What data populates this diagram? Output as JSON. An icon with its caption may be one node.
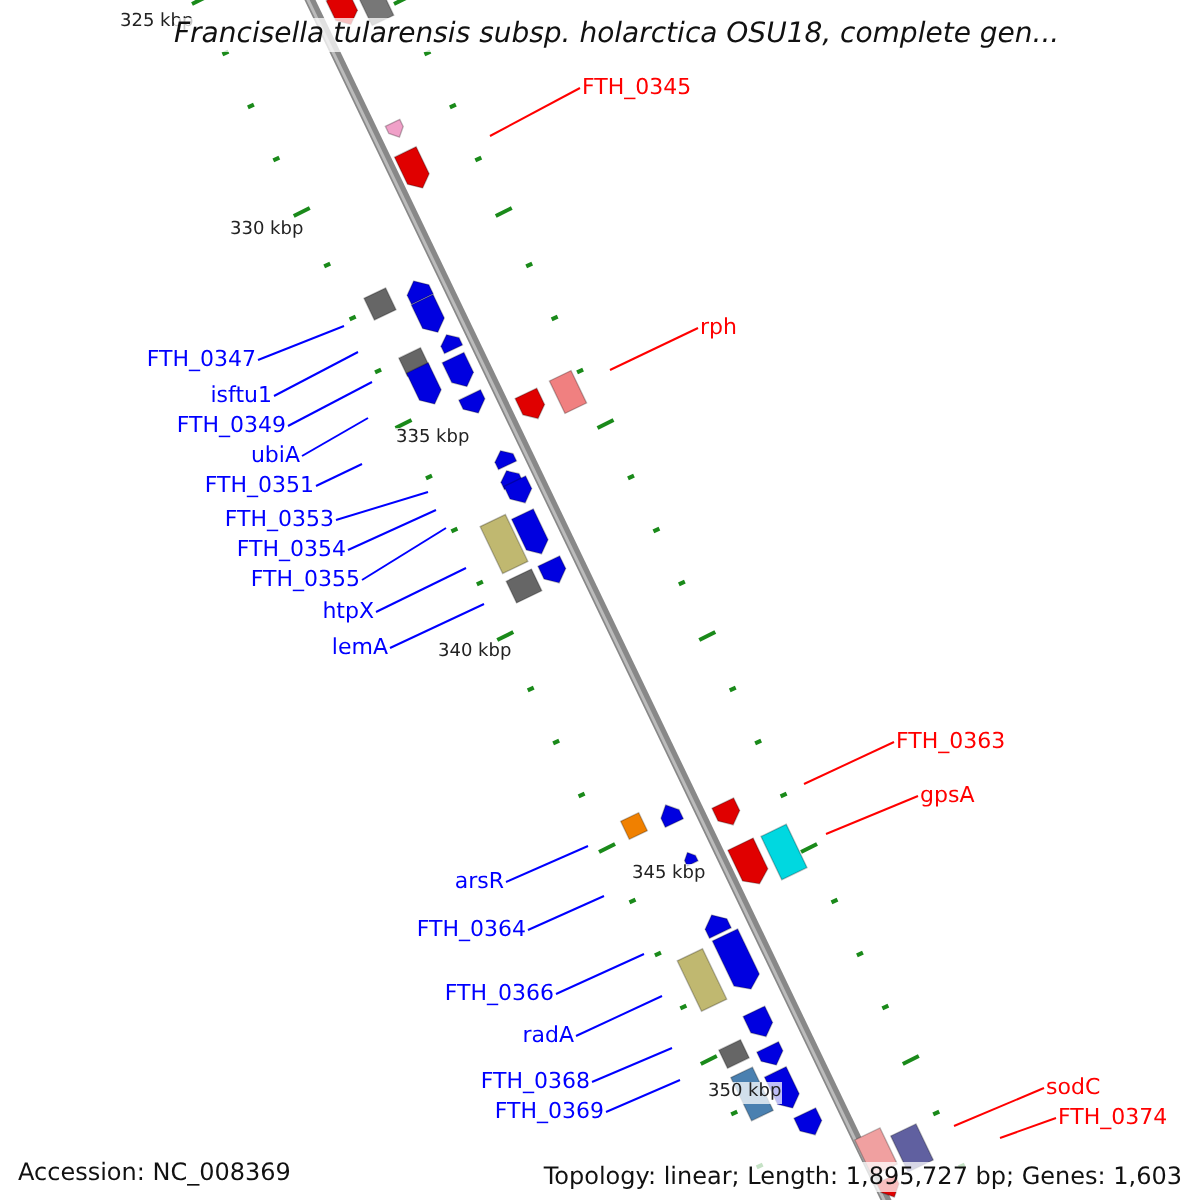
{
  "diagram": {
    "title": "Francisella tularensis subsp. holarctica OSU18, complete gen...",
    "nodes": [
      {
        "text": [
          "FTH_0345"
        ]
      },
      {
        "text": [
          "rph"
        ]
      },
      {
        "text": [
          "FTH_0347"
        ]
      },
      {
        "text": [
          "isftu1"
        ]
      },
      {
        "text": [
          "FTH_0349"
        ]
      },
      {
        "text": [
          "ubiA"
        ]
      },
      {
        "text": [
          "FTH_0351"
        ]
      },
      {
        "text": [
          "FTH_0353"
        ]
      },
      {
        "text": [
          "FTH_0354"
        ]
      },
      {
        "text": [
          "FTH_0355"
        ]
      },
      {
        "text": [
          "htpX"
        ]
      },
      {
        "text": [
          "lemA"
        ]
      },
      {
        "text": [
          "FTH_0363"
        ]
      },
      {
        "text": [
          "gpsA"
        ]
      },
      {
        "text": [
          "arsR"
        ]
      },
      {
        "text": [
          "FTH_0364"
        ]
      },
      {
        "text": [
          "FTH_0366"
        ]
      },
      {
        "text": [
          "radA"
        ]
      },
      {
        "text": [
          "FTH_0368"
        ]
      },
      {
        "text": [
          "FTH_0369"
        ]
      },
      {
        "text": [
          "sodC"
        ]
      },
      {
        "text": [
          "FTH_0374"
        ]
      }
    ],
    "edges": [
      {
        "from": 0,
        "to": null,
        "arrow": "none",
        "color": "#ff0000"
      },
      {
        "from": 1,
        "to": null,
        "arrow": "none",
        "color": "#ff0000"
      },
      {
        "from": 2,
        "to": null,
        "arrow": "none"
      },
      {
        "from": 3,
        "to": null,
        "arrow": "none"
      },
      {
        "from": 4,
        "to": null,
        "arrow": "none"
      },
      {
        "from": 5,
        "to": null,
        "arrow": "none"
      },
      {
        "from": 6,
        "to": null,
        "arrow": "none"
      },
      {
        "from": 7,
        "to": null,
        "arrow": "none"
      },
      {
        "from": 8,
        "to": null,
        "arrow": "none"
      },
      {
        "from": 9,
        "to": null,
        "arrow": "none"
      },
      {
        "from": 10,
        "to": null,
        "arrow": "none"
      },
      {
        "from": 11,
        "to": null,
        "arrow": "none"
      },
      {
        "from": 12,
        "to": null,
        "arrow": "none",
        "color": "#ff0000"
      },
      {
        "from": 13,
        "to": null,
        "arrow": "none",
        "color": "#ff0000"
      },
      {
        "from": 14,
        "to": null,
        "arrow": "none"
      },
      {
        "from": 15,
        "to": null,
        "arrow": "none"
      },
      {
        "from": 16,
        "to": null,
        "arrow": "none"
      },
      {
        "from": 17,
        "to": null,
        "arrow": "none"
      },
      {
        "from": 18,
        "to": null,
        "arrow": "none"
      },
      {
        "from": 19,
        "to": null,
        "arrow": "none"
      },
      {
        "from": 20,
        "to": null,
        "arrow": "none",
        "color": "#ff0000"
      },
      {
        "from": 21,
        "to": null,
        "arrow": "none",
        "color": "#ff0000"
      }
    ],
    "labels": [
      "325 kbp",
      "330 kbp",
      "335 kbp",
      "340 kbp",
      "345 kbp",
      "350 kbp",
      "Accession: NC_008369",
      "Topology: linear; Length: 1,895,727 bp; Genes: 1,603"
    ]
  }
}
